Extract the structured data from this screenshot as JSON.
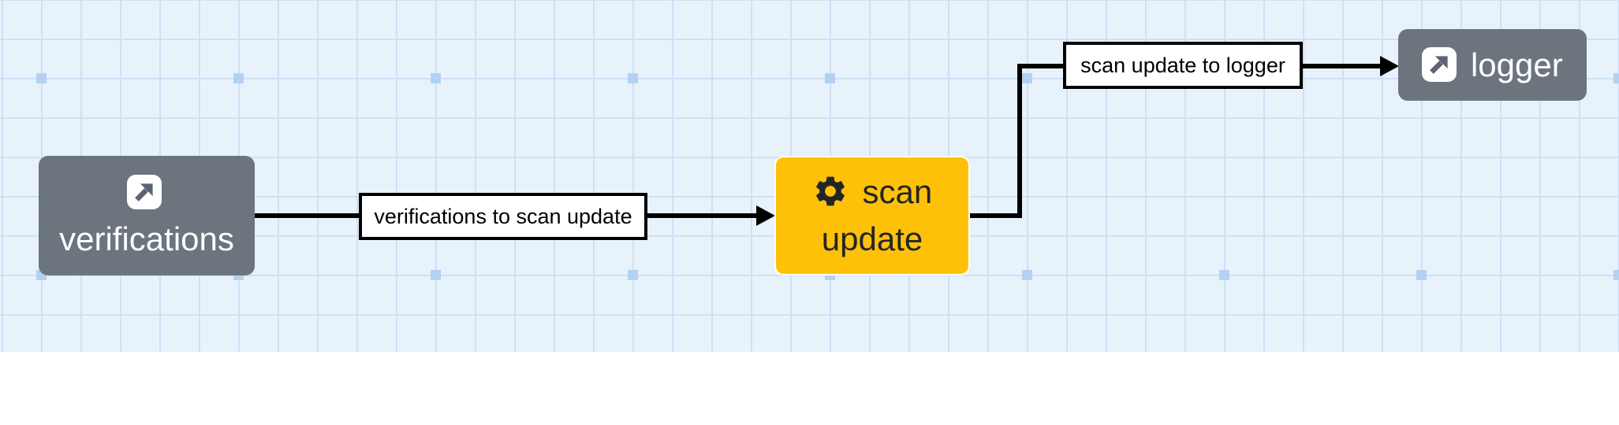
{
  "canvas": {
    "background_color": "#e8f2fb",
    "grid_line_color": "#cfe0f5",
    "grid_dot_color": "#b3d2f1",
    "node_gray_color": "#6c757d",
    "node_yellow_color": "#ffc107",
    "edge_color": "#000000"
  },
  "nodes": [
    {
      "label": "verifications",
      "icon": "arrow-up-right-icon",
      "fill": "#6c757d",
      "text_color": "#ffffff"
    },
    {
      "label": "scan update",
      "icon": "gear-icon",
      "fill": "#ffc107",
      "text_color": "#212529"
    },
    {
      "label": "logger",
      "icon": "arrow-up-right-icon",
      "fill": "#6c757d",
      "text_color": "#ffffff"
    }
  ],
  "edges": [
    {
      "from": "verifications",
      "to": "scan update",
      "label": "verifications to scan update"
    },
    {
      "from": "scan update",
      "to": "logger",
      "label": "scan update to logger"
    }
  ]
}
